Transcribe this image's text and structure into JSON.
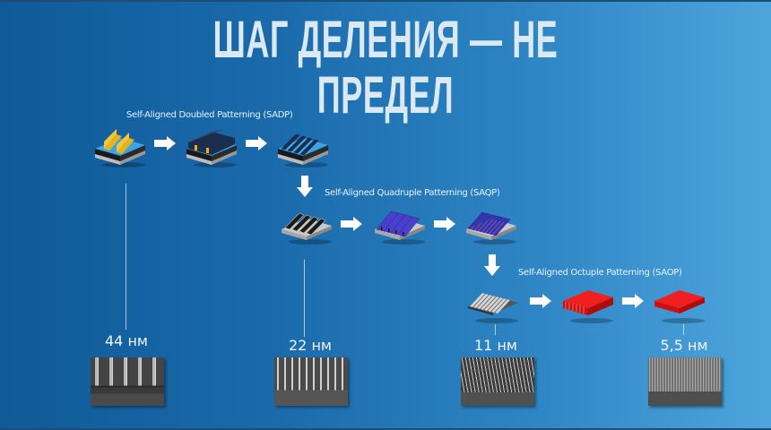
{
  "title": "ШАГ ДЕЛЕНИЯ — НЕ ПРЕДЕЛ",
  "stages": [
    {
      "label": "Self-Aligned Doubled Patterning (SADP)",
      "steps": [
        "yellow-mandrel-chip",
        "spacer-coated-chip",
        "dark-fin-chip"
      ]
    },
    {
      "label": "Self-Aligned Quadruple Patterning (SAQP)",
      "steps": [
        "black-fin-chip",
        "purple-coated-chip",
        "purple-fine-fin-chip"
      ]
    },
    {
      "label": "Self-Aligned Octuple Patterning (SAOP)",
      "steps": [
        "gray-fine-fin-chip",
        "red-coated-chip",
        "red-block-chip"
      ]
    }
  ],
  "pitches": [
    {
      "label": "44 нм",
      "lines": 5
    },
    {
      "label": "22 нм",
      "lines": 10
    },
    {
      "label": "11 нм",
      "lines": 20
    },
    {
      "label": "5,5 нм",
      "lines": 40
    }
  ],
  "colors": {
    "title": "#dbe9f5",
    "background_left": "#0f5a98",
    "background_right": "#4ea5dd",
    "mandrel": "#e8b21a",
    "saqp_purple": "#4b3fd0",
    "saop_red": "#e51414"
  }
}
